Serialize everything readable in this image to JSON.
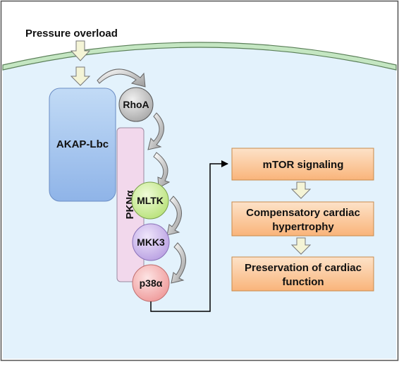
{
  "stimulus": {
    "label": "Pressure overload"
  },
  "scaffold": {
    "akap": "AKAP-Lbc",
    "pkn": "PKNα"
  },
  "nodes": {
    "rhoa": "RhoA",
    "mltk": "MLTK",
    "mkk3": "MKK3",
    "p38": "p38α"
  },
  "outcomes": [
    {
      "lines": [
        "mTOR signaling"
      ]
    },
    {
      "lines": [
        "Compensatory cardiac",
        "hypertrophy"
      ]
    },
    {
      "lines": [
        "Preservation of cardiac",
        "function"
      ]
    }
  ],
  "colors": {
    "cytoplasm": "#e3f2fc",
    "membrane": "#c4e6c2",
    "akap": "#a9c8ee",
    "pkn": "#f2d8ec",
    "rhoa": "#c8c8c8",
    "mltk": "#d8f2a8",
    "mkk3": "#d8c6f0",
    "p38": "#f8c4c4",
    "outcome": "#fbc89a",
    "arrow": "#f4f4d6"
  }
}
